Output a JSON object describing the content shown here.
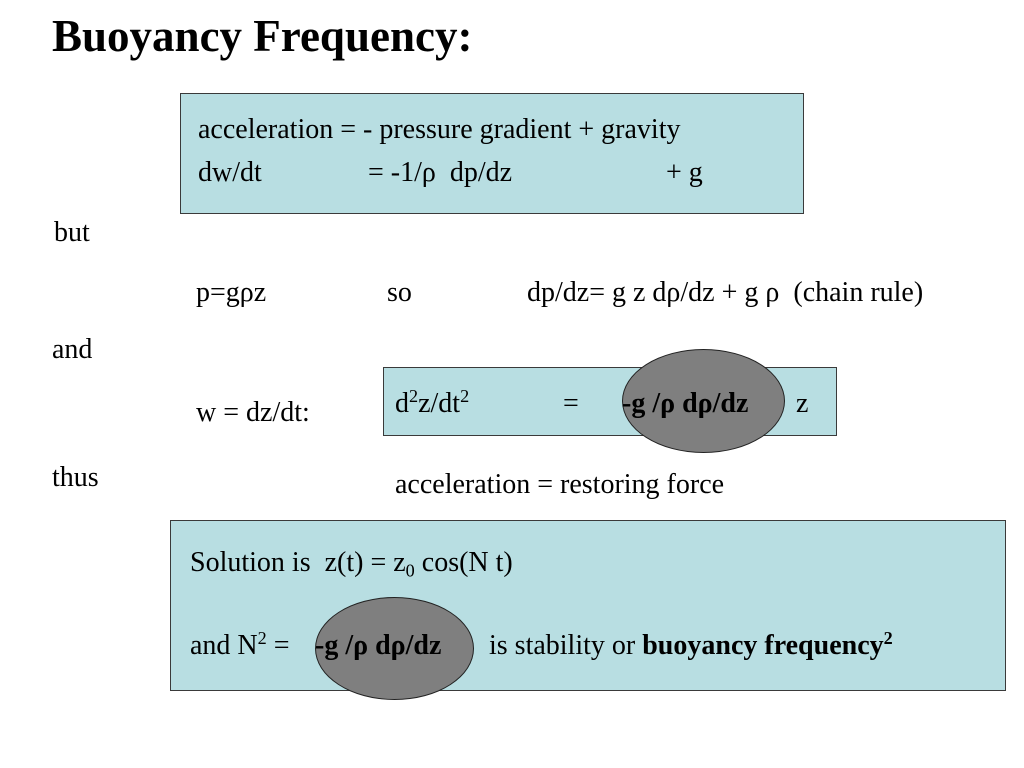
{
  "slide": {
    "title": "Buoyancy Frequency:"
  },
  "box1": {
    "line1": "acceleration = - pressure gradient + gravity",
    "line2_a": "dw/dt",
    "line2_b": "= -1/ρ  dp/dz",
    "line2_c": "+ g"
  },
  "labels": {
    "but": "but",
    "and": "and",
    "thus": "thus"
  },
  "chain": {
    "p": "p=gρz",
    "so": "so",
    "rule": "dp/dz= g z dρ/dz + g ρ  (chain rule)"
  },
  "w_def": "w = dz/dt:",
  "box2": {
    "d": "d",
    "two_a": "2",
    "zdt": "z/dt",
    "two_b": "2",
    "eq": "=",
    "term": "-g /ρ dρ/dz",
    "z": "z"
  },
  "restoring": "acceleration = restoring force",
  "box3": {
    "sol_a": "Solution is  z(t) = z",
    "sol_sub": "0",
    "sol_b": " cos(N t)",
    "and_n": "and N",
    "n_sup": "2",
    "eq": " =",
    "term": "-g /ρ dρ/dz",
    "mid": "is stability or ",
    "bold": "buoyancy frequency",
    "bold_sup": "2"
  },
  "colors": {
    "box_fill": "#b8dee2",
    "ellipse_fill": "#7f7f7f"
  }
}
